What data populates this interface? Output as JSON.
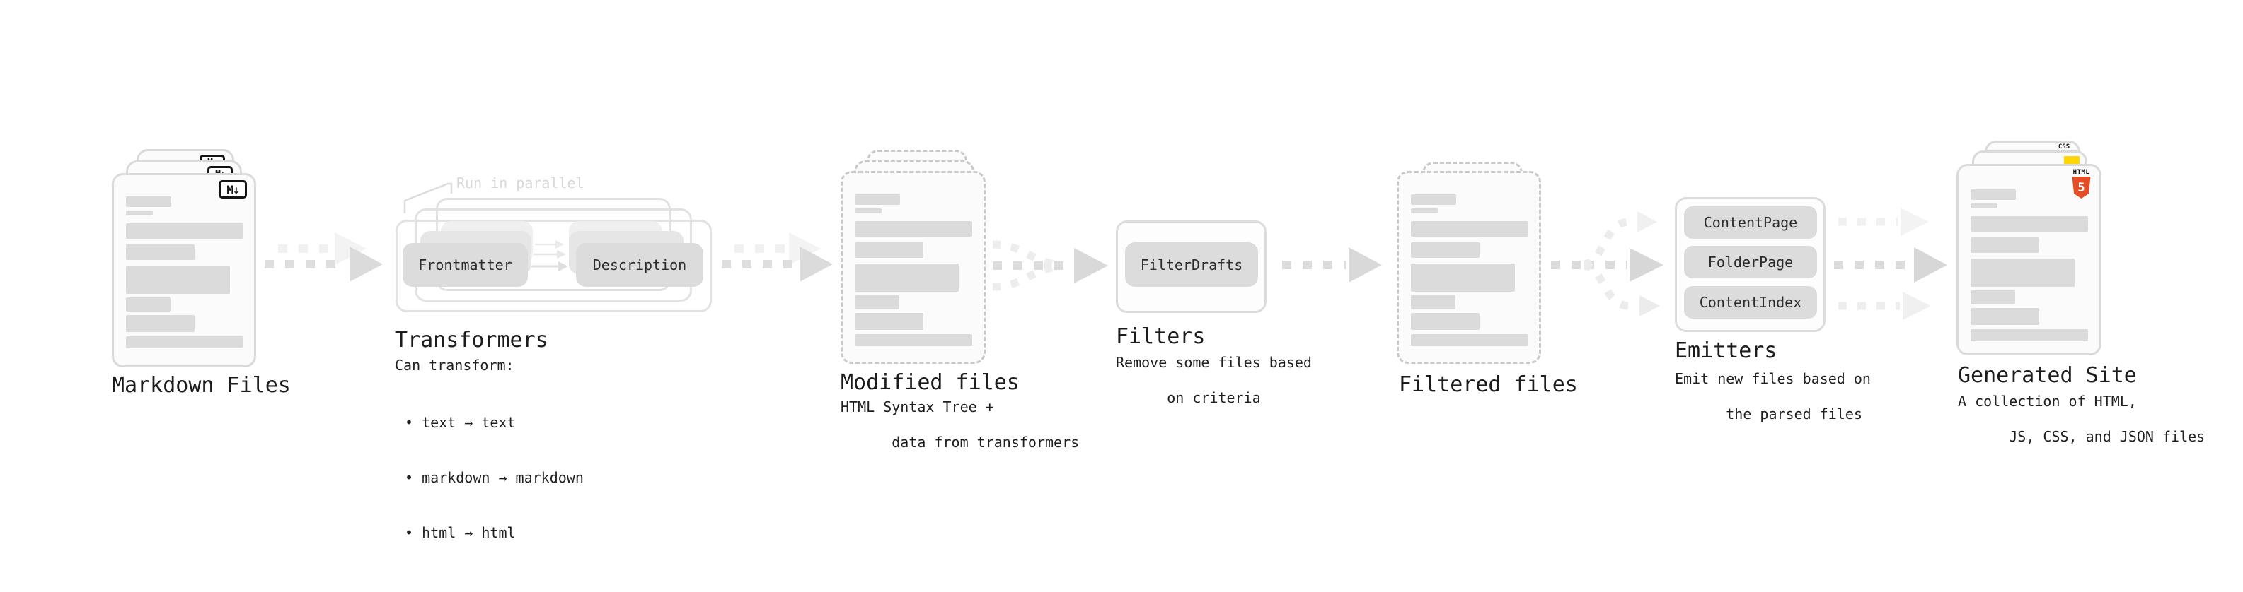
{
  "sections": {
    "markdown_files": {
      "title": "Markdown Files",
      "badge": "M↓"
    },
    "transformers": {
      "title": "Transformers",
      "note": "Run in parallel",
      "pill_frontmatter": "Frontmatter",
      "pill_description": "Description",
      "body_heading": "Can transform:",
      "bullets": [
        "• text → text",
        "• markdown → markdown",
        "• html → html"
      ]
    },
    "modified_files": {
      "title": "Modified files",
      "subtitle_line1": "HTML Syntax Tree +",
      "subtitle_line2": "data from transformers"
    },
    "filters": {
      "title": "Filters",
      "pill": "FilterDrafts",
      "subtitle_line1": "Remove some files based",
      "subtitle_line2": "on criteria"
    },
    "filtered_files": {
      "title": "Filtered files"
    },
    "emitters": {
      "title": "Emitters",
      "pills": [
        "ContentPage",
        "FolderPage",
        "ContentIndex"
      ],
      "subtitle_line1": "Emit new files based on",
      "subtitle_line2": "the parsed files"
    },
    "generated_site": {
      "title": "Generated Site",
      "subtitle_line1": "A collection of HTML,",
      "subtitle_line2": "JS, CSS, and JSON files",
      "css_badge": "CSS",
      "html_badge": "HTML",
      "html5_shield": "5"
    }
  },
  "colors": {
    "background": "#ffffff",
    "card_border": "#dadada",
    "dashed_border": "#c9c9c9",
    "bar_gray": "#dbdbdb",
    "pill_gray": "#dcdcdc",
    "arrow_gray": "#dcdcdc",
    "arrow_light": "#f1f1f1",
    "note_gray": "#d8d8d8",
    "text": "#1f1f1f",
    "html5_orange": "#e44d26",
    "js_yellow": "#ffd600",
    "css_blue": "#2160fd"
  }
}
